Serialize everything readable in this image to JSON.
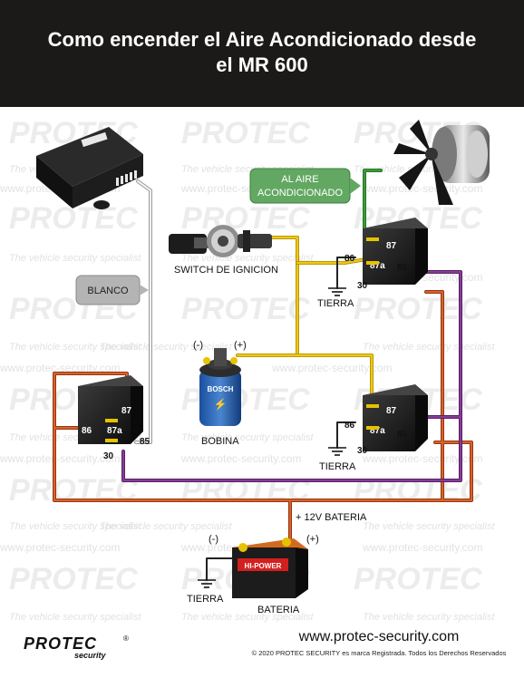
{
  "header": {
    "title_line1": "Como encender el Aire Acondicionado desde",
    "title_line2": "el MR 600"
  },
  "watermark": {
    "brand": "PROTEC",
    "sub": "security",
    "tagline": "The vehicle security specialist",
    "url": "www.protec-security.com"
  },
  "labels": {
    "air": [
      "AL AIRE",
      "ACONDICIONADO"
    ],
    "ignition": "SWITCH DE IGNICION",
    "white_wire": "BLANCO",
    "coil_neg": "(-)",
    "coil_pos": "(+)",
    "coil_name": "BOBINA",
    "coil_brand": "BOSCH",
    "battery_12v": "+ 12V BATERIA",
    "battery_neg": "(-)",
    "battery_pos": "(+)",
    "battery_brand": "HI-POWER",
    "battery_name": "BATERIA",
    "ground": "TIERRA"
  },
  "relay_pins": {
    "p87": "87",
    "p87a": "87a",
    "p86": "86",
    "p85": "85",
    "p30": "30"
  },
  "footer": {
    "brand": "PROTEC",
    "brand_sub": "security",
    "reg": "®",
    "website": "www.protec-security.com",
    "copyright": "© 2020 PROTEC SECURITY es marca Registrada. Todos los Derechos Reservados"
  },
  "colors": {
    "header_bg": "#1c1a18",
    "wire_white": "#cfcfcf",
    "wire_yellow": "#f0c814",
    "wire_green": "#3c9b3c",
    "wire_orange": "#c8511e",
    "wire_purple": "#8a3a9a",
    "label_green": "#62a862",
    "label_gray": "#b4b4b4"
  }
}
